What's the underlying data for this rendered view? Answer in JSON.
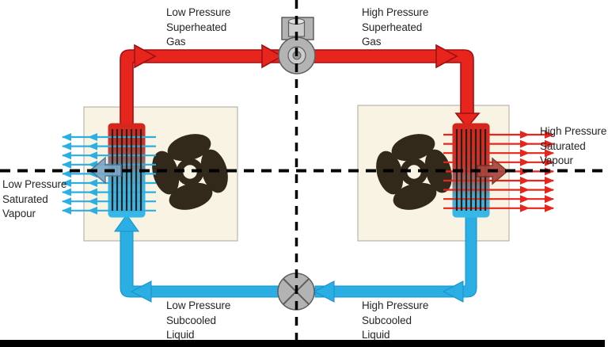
{
  "diagram": {
    "name": "refrigeration-cycle-diagram",
    "labels": {
      "lp_superheated_gas": {
        "lines": [
          "Low Pressure",
          "Superheated",
          "Gas"
        ]
      },
      "hp_superheated_gas": {
        "lines": [
          "High Pressure",
          "Superheated",
          "Gas"
        ]
      },
      "hp_saturated_vapour": {
        "lines": [
          "High Pressure",
          "Saturated",
          "Vapour"
        ]
      },
      "lp_saturated_vapour": {
        "lines": [
          "Low Pressure",
          "Saturated",
          "Vapour"
        ]
      },
      "lp_subcooled_liquid": {
        "lines": [
          "Low Pressure",
          "Subcooled",
          "Liquid"
        ]
      },
      "hp_subcooled_liquid": {
        "lines": [
          "High Pressure",
          "Subcooled",
          "Liquid"
        ]
      }
    },
    "components": {
      "compressor": "compressor",
      "expansion_valve": "expansion-valve",
      "left_unit": "evaporator-fan-coil-unit",
      "right_unit": "condenser-fan-coil-unit"
    }
  },
  "colors": {
    "hot_line": "#E8251C",
    "hot_line_edge": "#A01015",
    "cold_line": "#2BAEE4",
    "cold_line_edge": "#1593C8",
    "unit_box_fill": "#F8F3E2",
    "unit_box_border": "#ABA79B",
    "fan_blade": "#33291A",
    "metal_fill": "#B3B3B3",
    "metal_border": "#5E5E5E",
    "dashed_line": "#000000",
    "bottom_bar": "#000000",
    "text": "#262626"
  }
}
